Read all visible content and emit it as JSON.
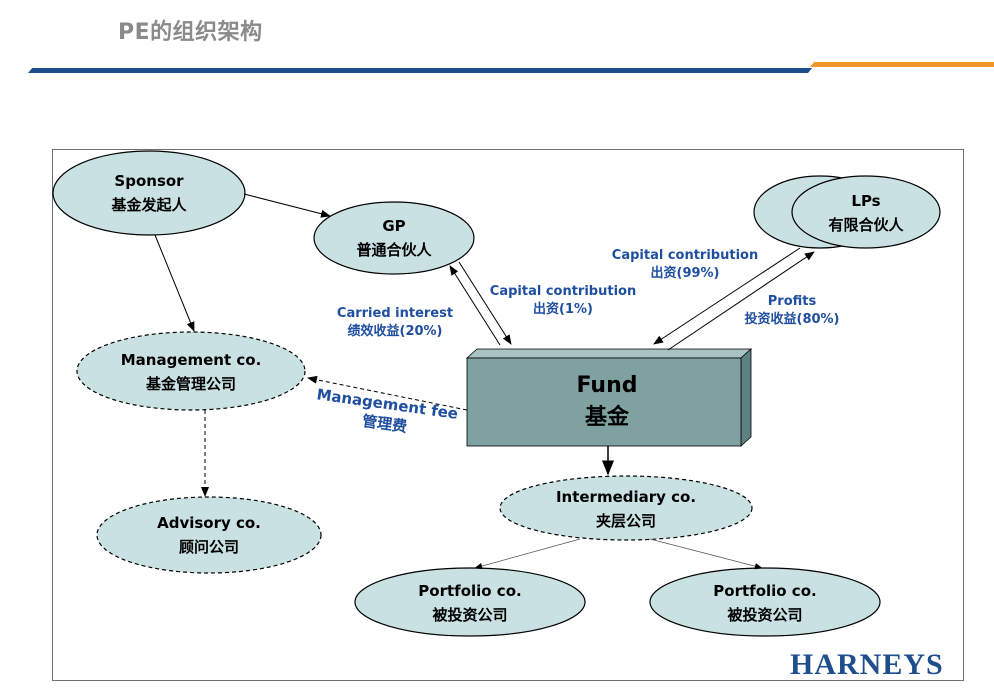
{
  "title": "PE的组织架构",
  "nodes": {
    "sponsor": {
      "en": "Sponsor",
      "zh": "基金发起人"
    },
    "gp": {
      "en": "GP",
      "zh": "普通合伙人"
    },
    "lps": {
      "en": "LPs",
      "zh": "有限合伙人"
    },
    "management": {
      "en": "Management co.",
      "zh": "基金管理公司"
    },
    "advisory": {
      "en": "Advisory co.",
      "zh": "顾问公司"
    },
    "fund": {
      "en": "Fund",
      "zh": "基金"
    },
    "intermediary": {
      "en": "Intermediary co.",
      "zh": "夹层公司"
    },
    "portfolio_left": {
      "en": "Portfolio co.",
      "zh": "被投资公司"
    },
    "portfolio_right": {
      "en": "Portfolio co.",
      "zh": "被投资公司"
    }
  },
  "edge_labels": {
    "carried_interest": {
      "en": "Carried interest",
      "zh": "绩效收益(20%)"
    },
    "gp_capital": {
      "en": "Capital contribution",
      "zh": "出资(1%)"
    },
    "lp_capital": {
      "en": "Capital contribution",
      "zh": "出资(99%)"
    },
    "profits": {
      "en": "Profits",
      "zh": "投资收益(80%)"
    },
    "management_fee": {
      "en": "Management fee",
      "zh": "管理费"
    }
  },
  "brand": "HARNEYS",
  "colors": {
    "node_fill": "#c9e1e3",
    "fund_fill": "#7fa1a2",
    "label_blue": "#1f4fa0",
    "title_bar_blue": "#1f4e8c",
    "title_bar_orange": "#f0962c"
  }
}
